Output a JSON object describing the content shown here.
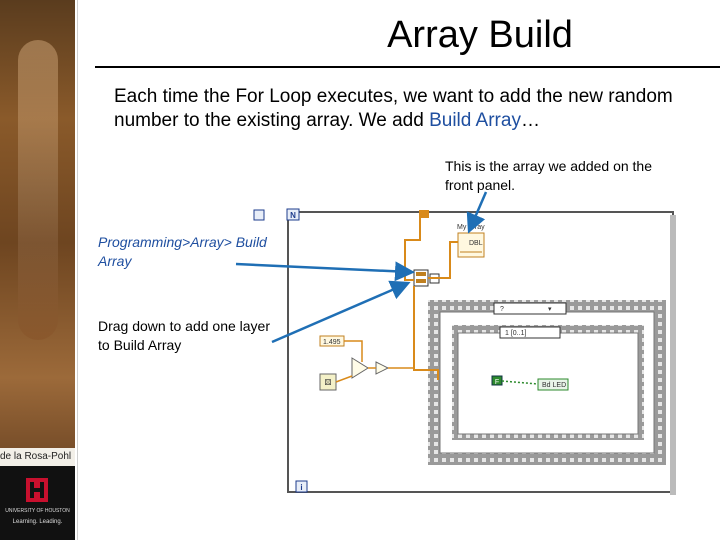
{
  "slide": {
    "title": "Array Build",
    "body_text_before": "Each time the For Loop executes, we want to add the new random number to the existing array. We add ",
    "body_text_highlight": "Build Array",
    "body_text_after": "…",
    "note_front_panel": "This is the array we added on the front panel.",
    "note_programming_path": "Programming>Array> Build Array",
    "note_drag": "Drag down to add one layer to Build Array",
    "author": "de la Rosa-Pohl",
    "logo_university": "UNIVERSITY OF HOUSTON",
    "logo_tagline": "Learning. Leading."
  },
  "diagram": {
    "loop_count_terminal": "N",
    "loop_iteration_terminal": "i",
    "loop_left_tunnel": "⧉",
    "indicator_label": "My Array",
    "indicator_type": "DBL",
    "constant_value": "1.495",
    "case_selector": "?",
    "inner_case_value": "1 [0..1]",
    "led_label": "Bd LED",
    "bool_constant": "F",
    "accent_wire_color": "#d98a1a",
    "arrow_color": "#1f6fb5"
  }
}
